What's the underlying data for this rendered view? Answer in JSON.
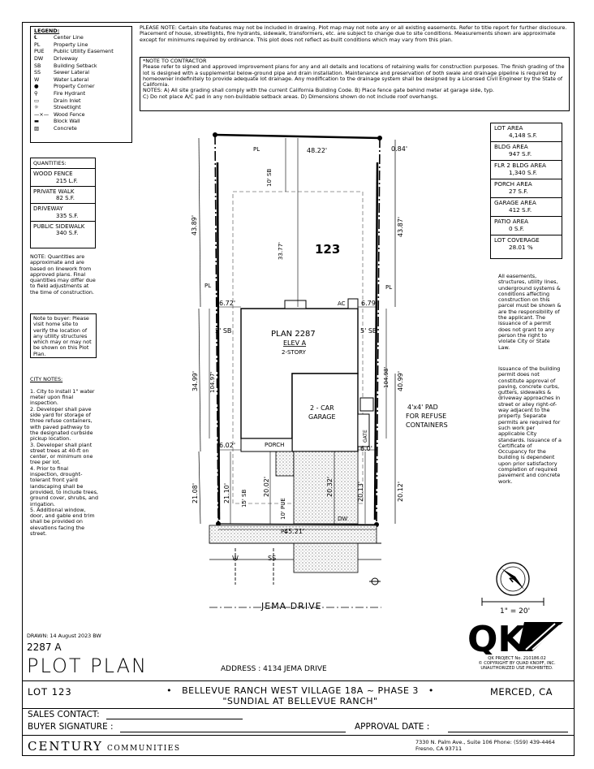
{
  "legend": {
    "title": "LEGEND:",
    "items": [
      {
        "sym": "℄",
        "label": "Center Line"
      },
      {
        "sym": "PL",
        "label": "Property Line"
      },
      {
        "sym": "PUE",
        "label": "Public Utility Easement"
      },
      {
        "sym": "DW",
        "label": "Driveway"
      },
      {
        "sym": "SB",
        "label": "Building Setback"
      },
      {
        "sym": "SS",
        "label": "Sewer Lateral"
      },
      {
        "sym": "W",
        "label": "Water Lateral"
      },
      {
        "sym": "●",
        "label": "Property Corner"
      },
      {
        "sym": "⚲",
        "label": "Fire Hydrant"
      },
      {
        "sym": "▭",
        "label": "Drain Inlet"
      },
      {
        "sym": "☼",
        "label": "Streetlight"
      },
      {
        "sym": "—×—",
        "label": "Wood Fence"
      },
      {
        "sym": "▬",
        "label": "Block Wall"
      },
      {
        "sym": "▨",
        "label": "Concrete"
      }
    ]
  },
  "please_note": "PLEASE NOTE: Certain site features may not be included in drawing. Plot map may not note any or all existing easements. Refer to title report for further disclosure. Placement of house, streetlights, fire hydrants, sidewalk, transformers, etc. are subject to change due to site conditions. Measurements shown are approximate except for minimums required by ordinance. This plot does not reflect as-built conditions which may vary from this plan.",
  "contractor_note": {
    "title": "*NOTE TO CONTRACTOR",
    "body": "Please refer to signed and approved improvement plans for any and all details and locations of retaining walls for construction purposes. The finish grading of the lot is designed with a supplemental below-ground pipe and drain installation. Maintenance and preservation of both swale and drainage pipeline is required by homeowner indefinitely to provide adequate lot drainage. Any modification to the drainage system shall be designed by a Licensed Civil Engineer by the State of California.",
    "notes1": "NOTES: A) All site grading shall comply with the current California Building Code. B) Place fence gate behind meter at garage side, typ.",
    "notes2": "C) Do not place A/C pad in any non-buildable setback areas. D) Dimensions shown do not include roof overhangs."
  },
  "quantities": {
    "title": "QUANTITIES:",
    "items": [
      {
        "label": "WOOD FENCE",
        "value": "215 L.F."
      },
      {
        "label": "PRIVATE WALK",
        "value": "82 S.F."
      },
      {
        "label": "DRIVEWAY",
        "value": "335 S.F."
      },
      {
        "label": "PUBLIC SIDEWALK",
        "value": "340 S.F."
      }
    ]
  },
  "quantities_note": "NOTE: Quantities are approximate and are based on linework from approved plans. Final quantities may differ due to field adjustments at the time of construction.",
  "buyer_note": "Note to buyer: Please visit home site to verify the location of any utility structures which may or may not be shown on this Plot Plan.",
  "city_notes": {
    "title": "CITY NOTES:",
    "body": "1. City to install 1\" water meter upon final inspection.\n2. Developer shall pave side yard for storage of three refuse containers, with paved pathway to the designated curbside pickup location.\n3. Developer shall plant street trees at 40-ft on center, or minimum one tree per lot.\n4. Prior to final inspection, drought-tolerant front yard landscaping shall be provided, to include trees, ground cover, shrubs, and irrigation.\n5. Additional window, door, and gable end trim shall be provided on elevations facing the street."
  },
  "areas": [
    {
      "label": "LOT AREA",
      "value": "4,148 S.F."
    },
    {
      "label": "BLDG AREA",
      "value": "947 S.F."
    },
    {
      "label": "FLR 2 BLDG AREA",
      "value": "1,340 S.F."
    },
    {
      "label": "PORCH AREA",
      "value": "27 S.F."
    },
    {
      "label": "GARAGE AREA",
      "value": "412 S.F."
    },
    {
      "label": "PATIO AREA",
      "value": "0 S.F."
    },
    {
      "label": "LOT COVERAGE",
      "value": "28.01 %"
    }
  ],
  "easement_note": "All easements, structures, utility lines, underground systems & conditions affecting construction on this parcel must be shown & are the responsibility of the applicant. The issuance of a permit does not grant to any person the right to violate City or State Law.",
  "permit_note": "Issuance of the building permit does not constitute approval of paving, concrete curbs, gutters, sidewalks & driveway approaches in street or alley right-of-way adjacent to the property. Separate permits are required for such work per applicable City standards. Issuance of a Certificate of Occupancy for the building is dependent upon prior satisfactory completion of required pavement and concrete work.",
  "plan": {
    "lot_number": "123",
    "plan_name": "PLAN 2287",
    "elev": "ELEV A",
    "story": "2-STORY",
    "garage_line1": "2 - CAR",
    "garage_line2": "GARAGE",
    "porch": "PORCH",
    "ac": "AC",
    "gate": "GATE",
    "pad_line1": "4'x4' PAD",
    "pad_line2": "FOR REFUSE",
    "pad_line3": "CONTAINERS",
    "dw": "DW",
    "pl_top": "PL",
    "pl_left": "PL",
    "pl_right": "PL",
    "pl_bottom": "PL",
    "dims": {
      "top_width": "48.22'",
      "top_offset": "0.84'",
      "bottom_width": "45.21'",
      "rear_sb": "10' SB",
      "rear_setback": "33.77'",
      "left_upper": "43.89'",
      "right_upper": "43.87'",
      "left_side_top": "6.72'",
      "right_side_top": "6.79'",
      "left_sb": "5' SB",
      "right_sb": "5' SB",
      "house_depth_left": "104.97'",
      "house_depth_right": "104.98'",
      "left_mid": "34.99'",
      "right_mid": "40.99'",
      "left_porch": "6.02'",
      "right_porch": "6.0'",
      "left_lower": "21.08'",
      "left_front": "21.10'",
      "front_sb": "15' SB",
      "porch_depth": "20.02'",
      "pue": "10' PUE",
      "dw_depth": "20.32'",
      "right_front": "20.13'",
      "right_lower": "20.12'"
    },
    "street_w": "W",
    "street_ss": "SS",
    "street_name": "JEMA DRIVE",
    "north": "N",
    "scale": "1\" = 20'"
  },
  "title_block": {
    "drawn": "DRAWN: 14 August 2023 BW",
    "plan_code": "2287 A",
    "title": "PLOT PLAN",
    "address_label": "ADDRESS :",
    "address": "4134 JEMA DRIVE",
    "qk_project": "QK PROJECT No. 210186.02",
    "qk_copyright": "© COPYRIGHT BY QUAD KNOPF, INC.",
    "qk_unauth": "UNAUTHORIZED USE PROHIBITED.",
    "lot": "LOT 123",
    "project_line1": "BELLEVUE RANCH WEST VILLAGE 18A ~ PHASE 3",
    "project_line2": "\"SUNDIAL AT BELLEVUE RANCH\"",
    "city": "MERCED, CA",
    "sales_contact": "SALES CONTACT:",
    "buyer_signature": "BUYER SIGNATURE :",
    "approval_date": "APPROVAL DATE :",
    "company": "CENTURY",
    "company_sub": "COMMUNITIES",
    "address_line1": "7330 N. Palm Ave., Suite 106  Phone: (559) 439-4464",
    "address_line2": "Fresno, CA  93711"
  }
}
